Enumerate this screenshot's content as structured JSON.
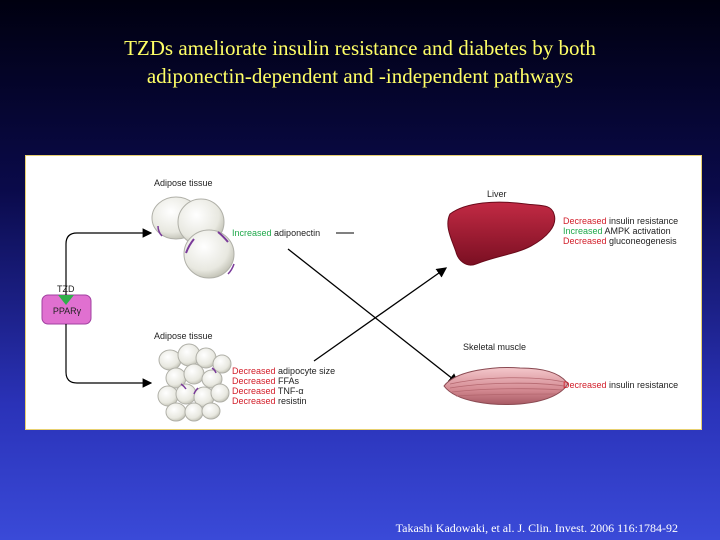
{
  "slide": {
    "title_line1": "TZDs ameliorate insulin resistance and diabetes by both",
    "title_line2": "adiponectin-dependent and -independent pathways",
    "citation": "Takashi Kadowaki, et al. J. Clin. Invest. 2006 116:1784-92"
  },
  "diagram": {
    "tzd_label": "TZD",
    "ppar_label": "PPARγ",
    "adipose_top_label": "Adipose tissue",
    "adipose_bottom_label": "Adipose tissue",
    "liver_label": "Liver",
    "muscle_label": "Skeletal muscle",
    "adiponectin": {
      "change": "Increased",
      "text": "adiponectin"
    },
    "adipose_effects": [
      {
        "change": "Decreased",
        "text": "adipocyte size"
      },
      {
        "change": "Decreased",
        "text": "FFAs"
      },
      {
        "change": "Decreased",
        "text": "TNF-α"
      },
      {
        "change": "Decreased",
        "text": "resistin"
      }
    ],
    "liver_effects": [
      {
        "change": "Decreased",
        "text": "insulin resistance"
      },
      {
        "change": "Increased",
        "text": "AMPK activation"
      },
      {
        "change": "Decreased",
        "text": "gluconeogenesis"
      }
    ],
    "muscle_effects": [
      {
        "change": "Decreased",
        "text": "insulin resistance"
      }
    ],
    "colors": {
      "decreased": "#d21e2a",
      "increased": "#1fa84a",
      "liver": "#a01830",
      "muscle": "#d89aa0",
      "ppar": "#e070d0"
    }
  }
}
